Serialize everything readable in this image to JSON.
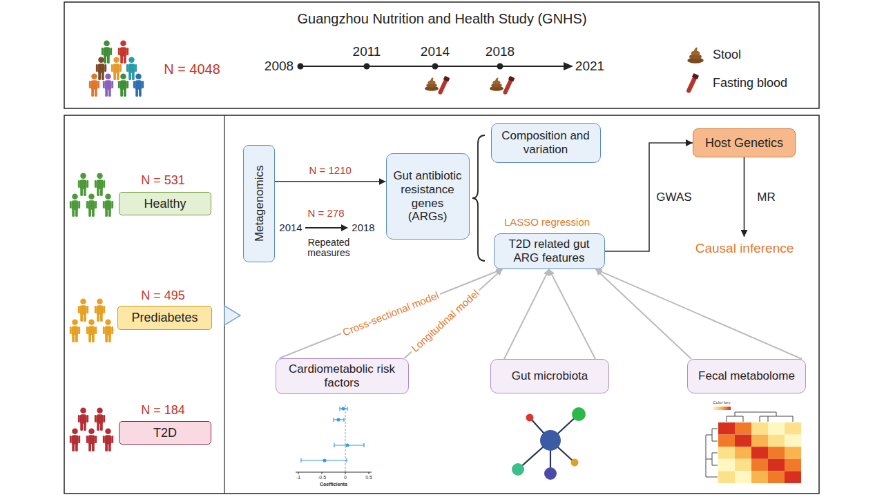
{
  "diagram": {
    "title": "Guangzhou Nutrition and Health Study (GNHS)",
    "nodes": [
      {
        "text": [
          "Healthy"
        ]
      },
      {
        "text": [
          "Prediabetes"
        ]
      },
      {
        "text": [
          "T2D"
        ]
      },
      {
        "text": [
          "Metagenomics"
        ]
      },
      {
        "text": [
          "Gut antibiotic resistance genes (ARGs)"
        ]
      },
      {
        "text": [
          "Composition and variation"
        ]
      },
      {
        "text": [
          "T2D related gut ARG features"
        ]
      },
      {
        "text": [
          "Host Genetics"
        ]
      },
      {
        "text": [
          "Causal inference"
        ]
      },
      {
        "text": [
          "Cardiometabolic risk factors"
        ]
      },
      {
        "text": [
          "Gut microbiota"
        ]
      },
      {
        "text": [
          "Fecal metabolome"
        ]
      }
    ],
    "edges": [
      {
        "from": 3,
        "to": 4,
        "arrow": "to",
        "label": "N = 1210"
      },
      {
        "from": 6,
        "to": 7,
        "arrow": "to",
        "label": "GWAS"
      },
      {
        "from": 7,
        "to": 8,
        "arrow": "to",
        "label": "MR"
      },
      {
        "from": 9,
        "to": 6,
        "arrow": "to",
        "label": "Cross-sectional model"
      },
      {
        "from": 9,
        "to": 6,
        "arrow": "to",
        "label": "Longitudinal model"
      },
      {
        "from": 10,
        "to": 6,
        "arrow": "to"
      },
      {
        "from": 10,
        "to": 6,
        "arrow": "to"
      },
      {
        "from": 11,
        "to": 6,
        "arrow": "to"
      },
      {
        "from": 11,
        "to": 6,
        "arrow": "to"
      }
    ],
    "labels": [
      "N = 4048",
      "2008",
      "2011",
      "2014",
      "2018",
      "2021",
      "N = 531",
      "N = 495",
      "N = 184",
      "N = 278",
      "2014",
      "2018",
      "Repeated measures",
      "LASSO regression",
      "Color key",
      "-1",
      "-0.5",
      "0",
      "0.5",
      "Coefficients"
    ],
    "legend": [
      {
        "text": "Stool"
      },
      {
        "text": "Fasting blood"
      }
    ]
  }
}
